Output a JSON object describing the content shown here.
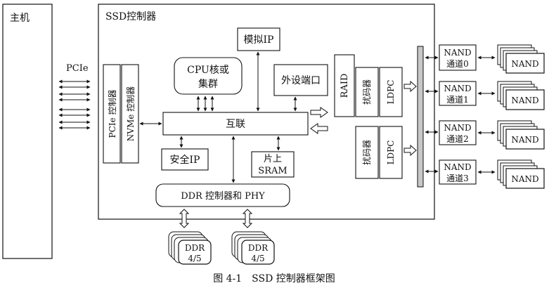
{
  "host": {
    "label": "主机"
  },
  "bus": {
    "label": "PCIe"
  },
  "controller": {
    "title": "SSD控制器",
    "pcie_ctrl": "PCIe 控制器",
    "nvme_ctrl": "NVMe 控制器",
    "cpu": [
      "CPU核或",
      "集群"
    ],
    "analog_ip": "模拟IP",
    "peripheral_port": "外设端口",
    "interconnect": "互联",
    "security_ip": "安全IP",
    "onchip_sram": [
      "片上",
      "SRAM"
    ],
    "ddr_ctrl": "DDR 控制器和 PHY",
    "raid": "RAID",
    "scrambler": "扰码器",
    "ldpc": "LDPC"
  },
  "nand_channels": [
    {
      "name": "NAND",
      "channel": "通道0"
    },
    {
      "name": "NAND",
      "channel": "通道1"
    },
    {
      "name": "NAND",
      "channel": "通道2"
    },
    {
      "name": "NAND",
      "channel": "通道3"
    }
  ],
  "nand_die_label": "NAND",
  "ddr_chip": [
    "DDR",
    "4/5"
  ],
  "caption": "图 4-1　SSD 控制器框架图"
}
